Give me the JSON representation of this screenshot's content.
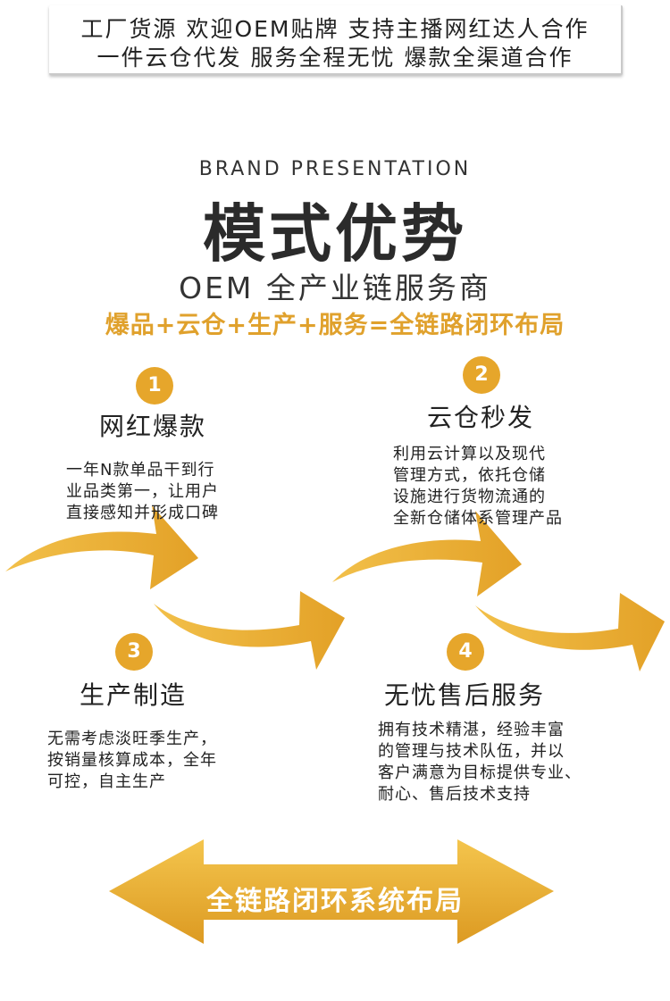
{
  "header": {
    "line1": "工厂货源 欢迎OEM贴牌  支持主播网红达人合作",
    "line2": "一件云仓代发  服务全程无忧  爆款全渠道合作"
  },
  "hero": {
    "brand": "BRAND PRESENTATION",
    "title": "模式优势",
    "subtitle": "OEM 全产业链服务商",
    "tagline": "爆品+云仓+生产+服务=全链路闭环布局"
  },
  "steps": [
    {
      "num": "1",
      "title": "网红爆款",
      "desc": [
        "一年N款单品干到行",
        "业品类第一，让用户",
        "直接感知并形成口碑"
      ]
    },
    {
      "num": "2",
      "title": "云仓秒发",
      "desc": [
        "利用云计算以及现代",
        "管理方式，依托仓储",
        "设施进行货物流通的",
        "全新仓储体系管理产品"
      ]
    },
    {
      "num": "3",
      "title": "生产制造",
      "desc": [
        "无需考虑淡旺季生产，",
        "按销量核算成本，全年",
        "可控，自主生产"
      ]
    },
    {
      "num": "4",
      "title": "无忧售后服务",
      "desc": [
        "拥有技术精湛，经验丰富",
        "的管理与技术队伍，并以",
        "客户满意为目标提供专业、",
        "耐心、售后技术支持"
      ]
    }
  ],
  "footer": {
    "label": "全链路闭环系统布局"
  },
  "colors": {
    "accent": "#e6a62b",
    "accent_dark": "#d18f1a",
    "text": "#222222"
  }
}
